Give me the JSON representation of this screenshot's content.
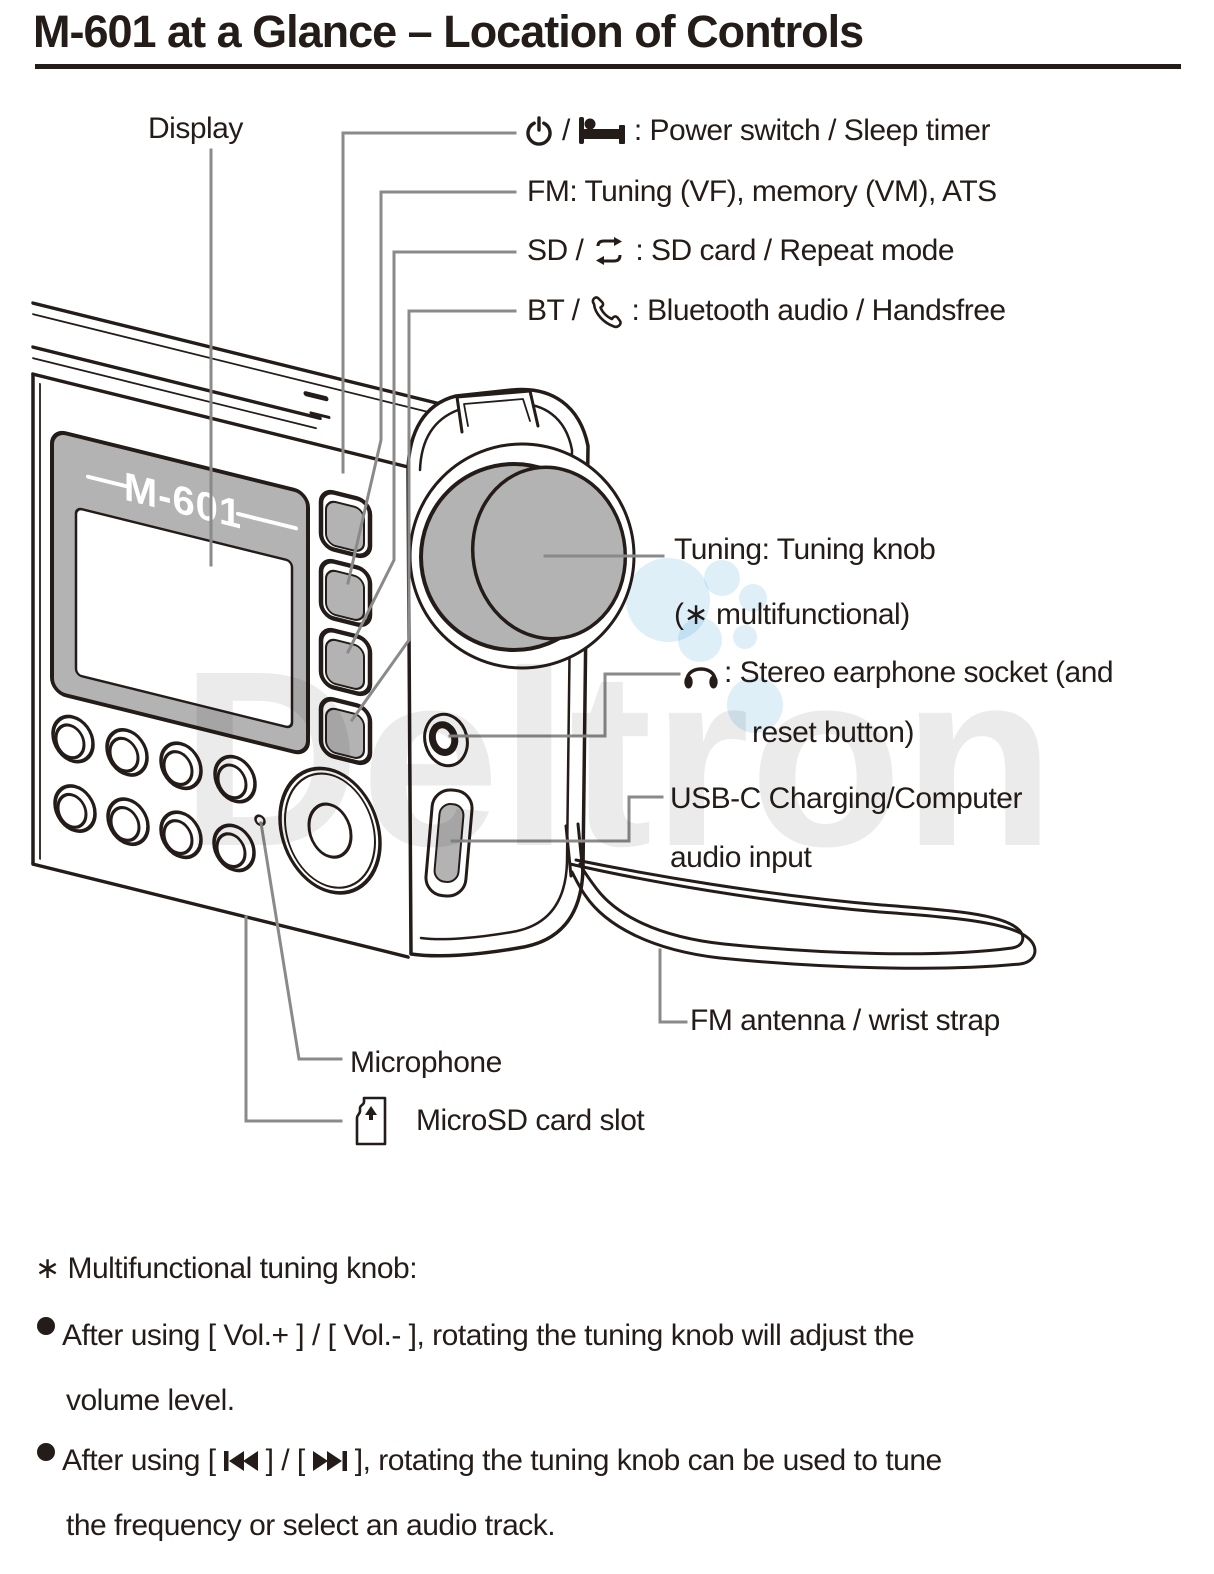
{
  "title": "M-601 at a Glance – Location of Controls",
  "device": {
    "model": "M-601"
  },
  "callouts": {
    "display": "Display",
    "power": {
      "sep": "/",
      "text": ": Power switch / Sleep timer"
    },
    "fm": "FM: Tuning (VF), memory (VM), ATS",
    "sd": {
      "prefix": "SD /",
      "text": ": SD card / Repeat mode"
    },
    "bt": {
      "prefix": "BT /",
      "text": ": Bluetooth audio / Handsfree"
    },
    "tuning": {
      "line1": "Tuning: Tuning knob",
      "line2": "(∗ multifunctional)"
    },
    "earphone": {
      "line1": ": Stereo earphone socket (and",
      "line2": "reset button)"
    },
    "usb": {
      "line1": "USB-C Charging/Computer",
      "line2": "audio input"
    },
    "antenna": "FM antenna / wrist strap",
    "microphone": "Microphone",
    "microsd": "MicroSD card slot"
  },
  "footnotes": {
    "heading": "∗ Multifunctional tuning knob:",
    "bullet1": {
      "line1": "After using [ Vol.+ ] / [ Vol.- ], rotating the tuning knob will adjust the",
      "line2": "volume level."
    },
    "bullet2": {
      "part1": "After using [",
      "part2": "] / [",
      "part3": "], rotating the tuning knob can be used to tune",
      "line2": "the frequency or select an audio track."
    }
  },
  "watermark": {
    "text": "Deltron"
  },
  "icons": {
    "power": "power-symbol",
    "sleep": "sleep-timer-bed",
    "repeat": "repeat-loop-arrows",
    "handsfree": "phone-handset",
    "earphone": "headphones",
    "microsd": "microsd-card",
    "prev_track": "previous-track",
    "next_track": "next-track"
  },
  "colors": {
    "ink": "#241c18",
    "leader_line": "#8a8a8a",
    "fill_gray": "#b3b3b3",
    "watermark_gray": "#d2d2d2",
    "watermark_blue": "#c8e4f4"
  }
}
